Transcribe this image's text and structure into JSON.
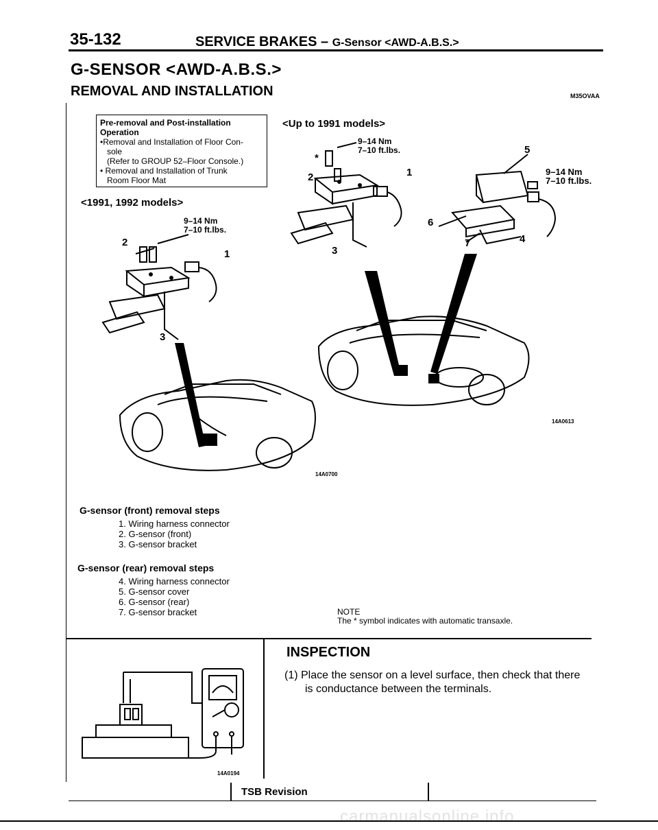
{
  "header": {
    "page_number": "35-132",
    "section": "SERVICE BRAKES –",
    "section_sub": "G-Sensor <AWD-A.B.S.>"
  },
  "title": "G-SENSOR <AWD-A.B.S.>",
  "subtitle": "REMOVAL AND INSTALLATION",
  "top_right_code": "M35OVAA",
  "pre_removal_box": {
    "heading": "Pre-removal and Post-installation Operation",
    "line1": "•Removal and Installation of Floor Con-",
    "line1b": "sole",
    "line2": "(Refer to GROUP 52–Floor Console.)",
    "line3": "• Removal and Installation of Trunk",
    "line3b": "Room Floor Mat"
  },
  "figure_left": {
    "caption": "<1991, 1992 models>",
    "torque_nm": "9–14 Nm",
    "torque_ftlbs": "7–10 ft.lbs.",
    "labels": [
      "1",
      "2",
      "3"
    ],
    "code": "14A0700"
  },
  "figure_right": {
    "caption": "<Up to 1991 models>",
    "torque1_nm": "9–14 Nm",
    "torque1_ftlbs": "7–10 ft.lbs.",
    "torque2_nm": "9–14 Nm",
    "torque2_ftlbs": "7–10 ft.lbs.",
    "asterisk": "*",
    "labels": [
      "1",
      "2",
      "3",
      "4",
      "5",
      "6",
      "7"
    ],
    "code": "14A0613"
  },
  "front_steps": {
    "heading": "G-sensor (front) removal steps",
    "items": [
      "1. Wiring harness connector",
      "2. G-sensor (front)",
      "3. G-sensor bracket"
    ]
  },
  "rear_steps": {
    "heading": "G-sensor (rear) removal steps",
    "items": [
      "4. Wiring harness connector",
      "5. G-sensor cover",
      "6. G-sensor (rear)",
      "7. G-sensor bracket"
    ]
  },
  "note": {
    "label": "NOTE",
    "text": "The * symbol indicates with automatic transaxle."
  },
  "inspection": {
    "title": "INSPECTION",
    "line1": "(1) Place the sensor on a level surface, then check that there",
    "line2": "is conductance between the terminals.",
    "figure_code": "14A0194"
  },
  "footer": {
    "tsb": "TSB Revision",
    "watermark": "carmanualsonline.info"
  }
}
